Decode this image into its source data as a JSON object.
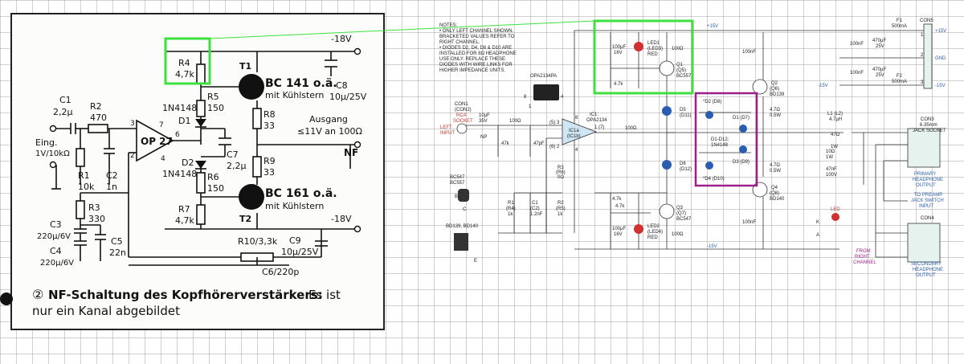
{
  "left_schematic": {
    "supply_pos": "-18V",
    "supply_neg": "-18V",
    "components": {
      "R4": "R4",
      "R4_val": "4,7k",
      "T1": "T1",
      "T1_type": "BC 141 o.ä.",
      "T1_note": "mit Kühlstern",
      "C8": "C8",
      "C8_val": "10µ/25V",
      "C1": "C1",
      "C1_val": "2,2µ",
      "R2": "R2",
      "R2_val": "470",
      "R5": "R5",
      "R5_val": "150",
      "D1_type": "1N4148",
      "D1": "D1",
      "R8": "R8",
      "R8_val": "33",
      "C7": "C7",
      "C7_val": "2,2µ",
      "R9": "R9",
      "R9_val": "33",
      "D2": "D2",
      "D2_type": "1N4148",
      "R6": "R6",
      "R6_val": "150",
      "R1": "R1",
      "R1_val": "10k",
      "C2": "C2",
      "C2_val": "1n",
      "R3": "R3",
      "R3_val": "330",
      "R7": "R7",
      "R7_val": "4,7k",
      "T2": "T2",
      "T2_type": "BC 161 o.ä.",
      "T2_note": "mit Kühlstern",
      "C3": "C3",
      "C3_val": "220µ/6V",
      "C5": "C5",
      "C5_val": "22n",
      "C4": "C4",
      "C4_val": "220µ/6V",
      "R10": "R10/3,3k",
      "C9": "C9",
      "C9_val": "10µ/25V",
      "C6": "C6/220p",
      "opamp": "OP 27"
    },
    "pins": {
      "p3": "3",
      "p2": "2",
      "p7": "7",
      "p6": "6",
      "p4": "4"
    },
    "input_label": "Eing.",
    "input_spec": "1V/10kΩ",
    "output_label": "Ausgang",
    "output_spec": "≤11V an 100Ω",
    "nf": "NF",
    "caption_number": "②",
    "caption_bold": "NF-Schaltung des Kopfhörerverstärkers:",
    "caption_rest": " Es ist",
    "caption_line2": "nur ein Kanal abgebildet"
  },
  "right_schematic": {
    "notes": [
      "NOTES:",
      "• ONLY LEFT CHANNEL SHOWN.",
      "BRACKETED VALUES REFER TO",
      "RIGHT CHANNEL.",
      "• DIODES D2, D4, D8 & D10 ARE",
      "INSTALLED FOR 8Ω HEADPHONE",
      "USE ONLY. REPLACE THESE",
      "DIODES WITH WIRE LINKS FOR",
      "HIGHER IMPEDANCE UNITS."
    ],
    "rail_pos": "+15V",
    "rail_neg": "-15V",
    "opamp_chip": "OPA2134PA",
    "chip_pin8": "8",
    "chip_pin4": "4",
    "chip_pin1": "1",
    "con1": "CON1",
    "con2": "(CON2)",
    "rca": "RCA",
    "socket": "SOCKET",
    "left_input": "LEFT",
    "input_word": "INPUT",
    "c_in": "10µF",
    "c_in_v": "35V",
    "c_in_np": "NP",
    "r100_a": "100Ω",
    "r47k": "47k",
    "c47p": "47pF",
    "ic1": "IC1:",
    "ic1_type": "OPA2134",
    "ic_body": "IC1a",
    "ic_body2": "(IC1b)",
    "pin5": "(5) 3",
    "pin6": "(6) 2",
    "pin7": "1  (7)",
    "pin8": "8",
    "pin4": "4",
    "r100_b": "100Ω",
    "r3": "R3",
    "r6": "(R6)",
    "r0": "0Ω",
    "r1": "R1",
    "r4": "(R4)",
    "r1k": "1k",
    "c1": "C1",
    "c2": "(C2)",
    "c12n": "1.2nF",
    "r2": "R2",
    "r5": "(R5)",
    "r2k": "1k",
    "bc547": "BC547",
    "bc557": "BC557",
    "bd139": "BD139, BD140",
    "pin_b": "B",
    "pin_c": "C",
    "pin_e": "E",
    "c100u_top": "100µF",
    "c100u_top_v": "16V",
    "led1": "LED1",
    "led3": "(LED3)",
    "red": "RED",
    "r100_top": "100Ω",
    "q1": "Q1",
    "q5": "(Q5)",
    "q1_type": "BC557",
    "r47k_top": "4.7k",
    "d5": "D5",
    "d11": "(D11)",
    "d6": "D6",
    "d12": "(D12)",
    "d2": "*D2 (D8)",
    "d1": "D1 (D7)",
    "d3": "D3 (D9)",
    "d4": "*D4 (D10)",
    "d_label": "D1-D12:",
    "d_type": "1N4148",
    "q2": "Q2",
    "q6": "(Q6)",
    "q2_type": "BD139",
    "q4": "Q4",
    "q8": "(Q8)",
    "q4_type": "BD140",
    "r47_a": "4.7Ω",
    "r47_a2": "0.5W",
    "r47_b": "4.7Ω",
    "r47_b2": "0.5W",
    "c100n_top": "100nF",
    "c100n_bot": "100nF",
    "l1": "L1 (L2)",
    "l1_val": "4.7µH",
    "r47": "47Ω",
    "r47w": "1W",
    "r10": "10Ω",
    "r10w": "1W",
    "c47n": "47nF",
    "c47n_v": "100V",
    "r47k_b1": "4.7k",
    "r47k_b2": "4.7k",
    "q3": "Q3",
    "q7": "(Q7)",
    "q3_type": "BC547",
    "c100u_bot": "100µF",
    "c100u_bot_v": "16V",
    "led2": "LED2",
    "led4": "(LED4)",
    "red2": "RED",
    "r100_bot": "100Ω",
    "led_sym": "LED",
    "led_k": "K",
    "led_a": "A",
    "from_right": [
      "FROM",
      "RIGHT",
      "CHANNEL"
    ],
    "con3": "CON3",
    "con3_desc": "6.35mm",
    "con3_desc2": "JACK SOCKET",
    "primary": [
      "PRIMARY",
      "HEADPHONE",
      "OUTPUT"
    ],
    "preamp": [
      "TO PREAMP",
      "JACK SWITCH",
      "INPUT"
    ],
    "con4": "CON4",
    "secondary": [
      "SECONDARY",
      "HEADPHONE",
      "OUTPUT"
    ],
    "f1": "F1",
    "f1_val": "500mA",
    "f2": "F2",
    "f2_val": "500mA",
    "con5": "CON5",
    "p15": "+15V",
    "gnd": "GND",
    "m15": "-15V",
    "c100n_a": "100nF",
    "c470_a": "470µF",
    "c470_a_v": "25V",
    "c100n_b": "100nF",
    "c470_b": "470µF",
    "c470_b_v": "25V",
    "con5_1": "1",
    "con5_2": "2",
    "con5_3": "3"
  },
  "colors": {
    "highlight_green": "#3ee03e",
    "highlight_purple": "#a01e8c",
    "rail_blue": "#2a5db0",
    "led_red": "#d03030"
  }
}
